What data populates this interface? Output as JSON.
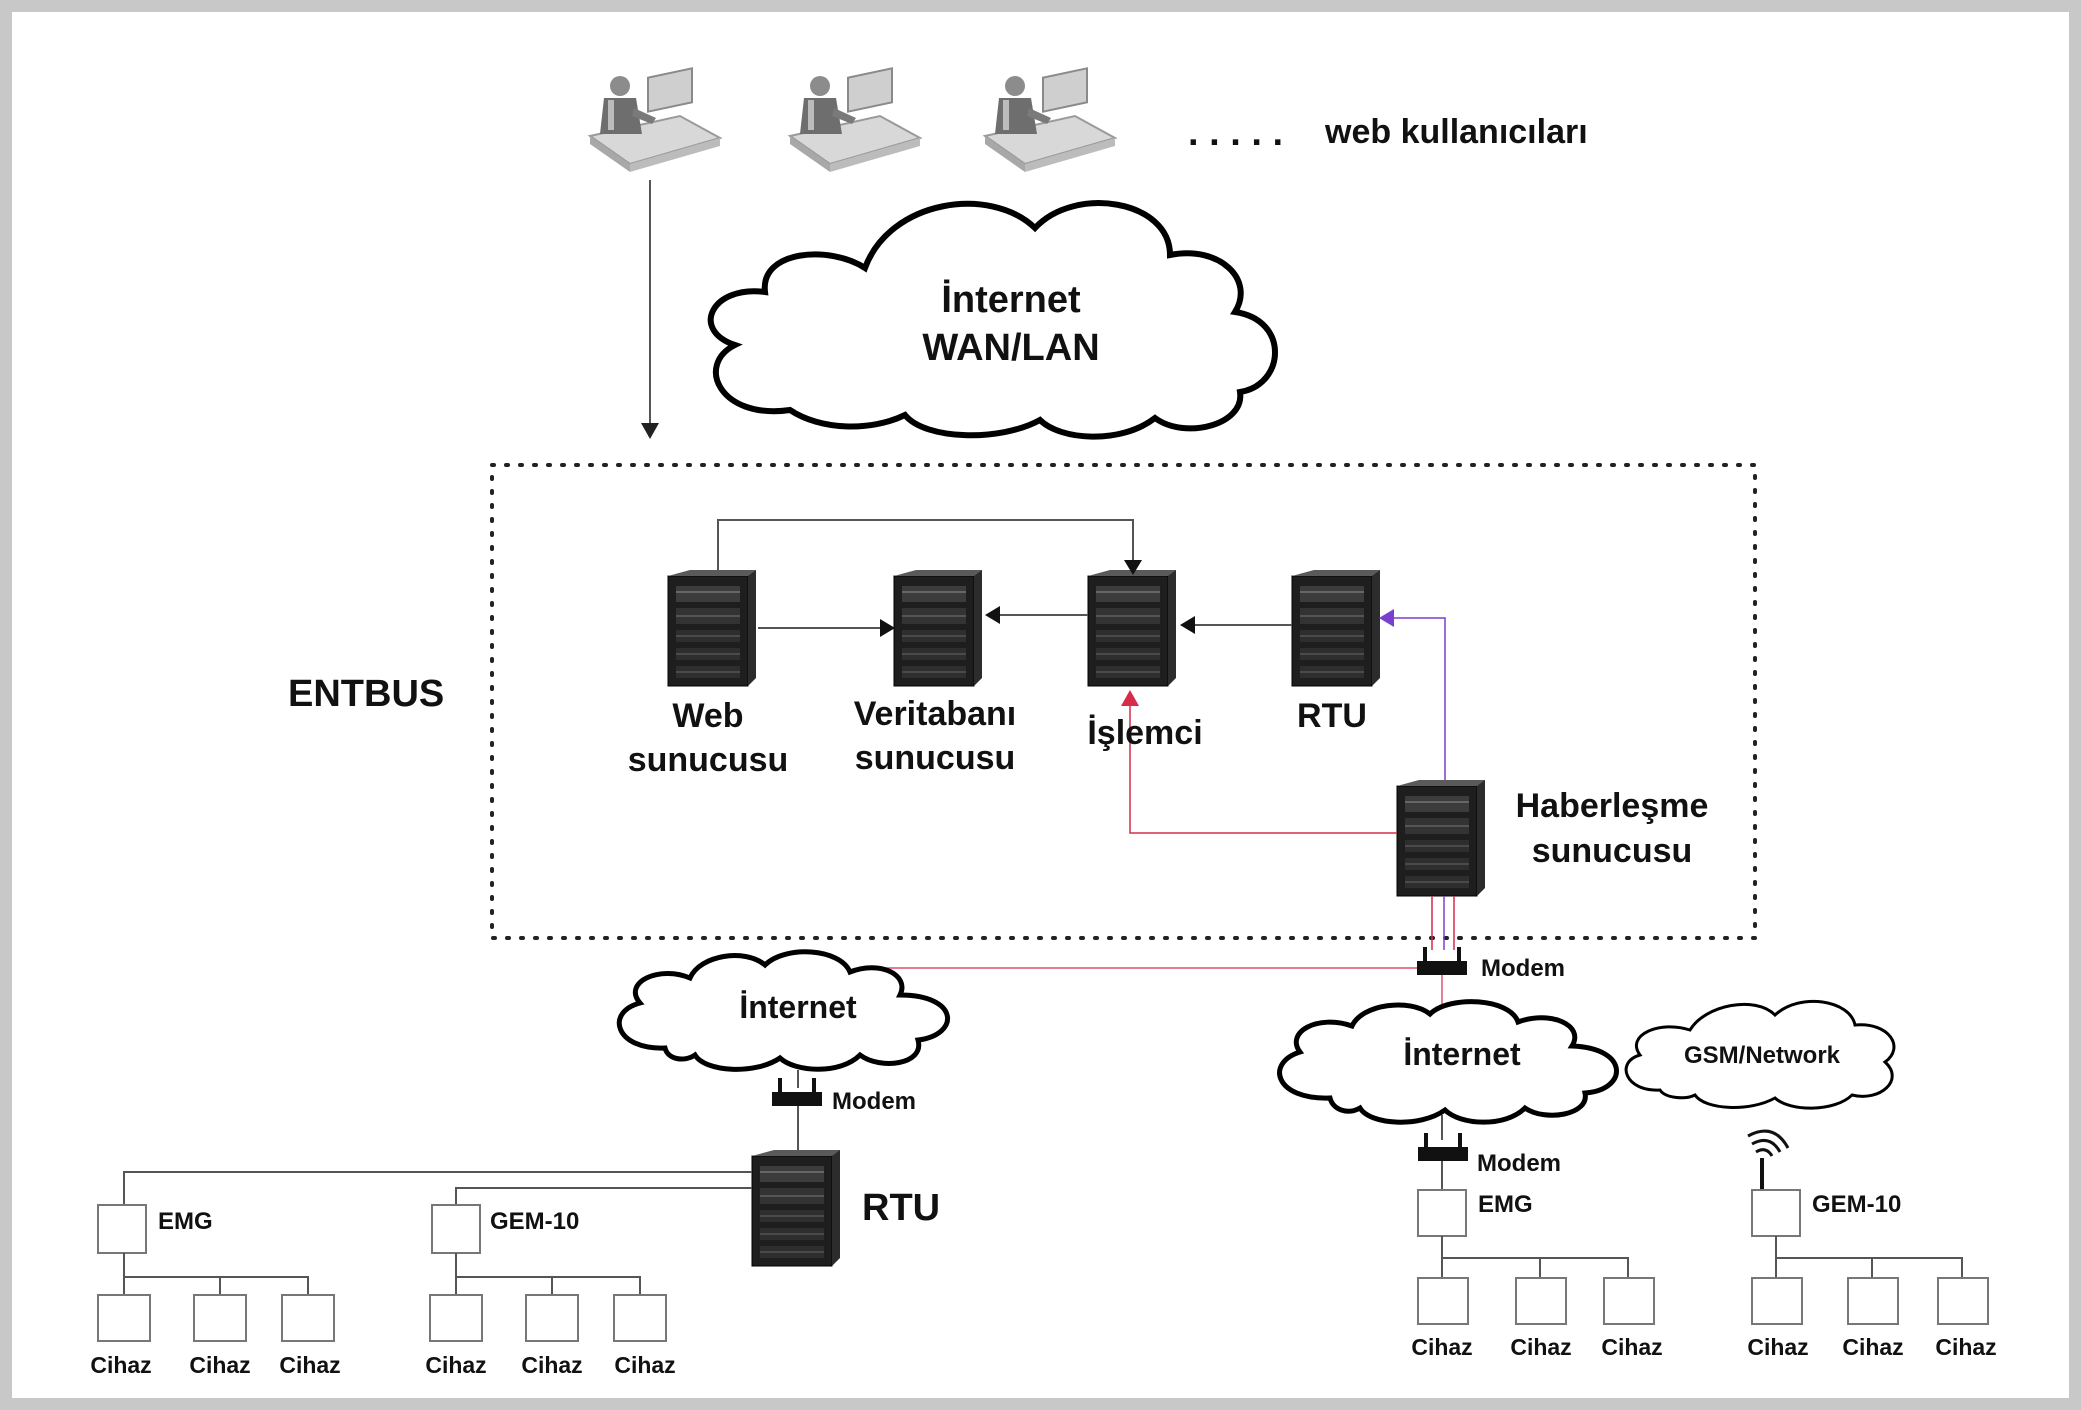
{
  "users": {
    "dots": ". . . . .",
    "label": "web kullanıcıları"
  },
  "main_cloud": {
    "line1": "İnternet",
    "line2": "WAN/LAN"
  },
  "entbus": {
    "label": "ENTBUS"
  },
  "servers": {
    "web": {
      "line1": "Web",
      "line2": "sunucusu"
    },
    "db": {
      "line1": "Veritabanı",
      "line2": "sunucusu"
    },
    "proc": {
      "line1": "İşlemci"
    },
    "rtu": {
      "line1": "RTU"
    },
    "comm": {
      "line1": "Haberleşme",
      "line2": "sunucusu"
    }
  },
  "modems": {
    "top": "Modem",
    "left": "Modem",
    "right": "Modem"
  },
  "clouds": {
    "left": "İnternet",
    "right": "İnternet",
    "gsm": "GSM/Network"
  },
  "left_site": {
    "rtu": "RTU",
    "emg": "EMG",
    "gem": "GEM-10",
    "emg_devices": [
      "Cihaz",
      "Cihaz",
      "Cihaz"
    ],
    "gem_devices": [
      "Cihaz",
      "Cihaz",
      "Cihaz"
    ]
  },
  "right_site": {
    "emg": "EMG",
    "gem": "GEM-10",
    "emg_devices": [
      "Cihaz",
      "Cihaz",
      "Cihaz"
    ],
    "gem_devices": [
      "Cihaz",
      "Cihaz",
      "Cihaz"
    ]
  },
  "colors": {
    "frame": "#c8c8c8",
    "red_link": "#d62b4b",
    "purple_link": "#7b3fd0",
    "line": "#555555"
  }
}
